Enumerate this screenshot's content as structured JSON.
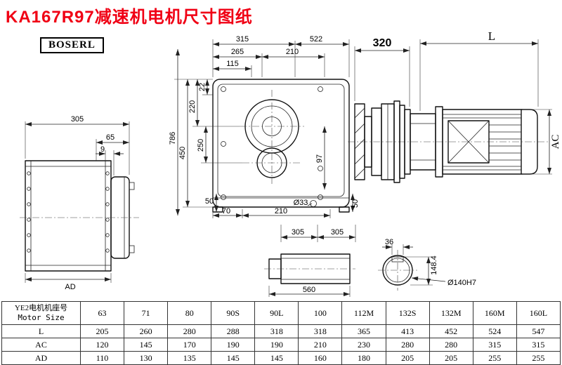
{
  "page": {
    "title": "KA167R97减速机电机尺寸图纸",
    "logo": "BOSERL"
  },
  "dims": {
    "left_view": {
      "width": "305",
      "d65": "65",
      "d9": "9",
      "ad": "AD"
    },
    "front_view": {
      "d315": "315",
      "d522": "522",
      "d265": "265",
      "d210_top": "210",
      "d115": "115",
      "d22": "22",
      "d220": "220",
      "d250": "250",
      "d450": "450",
      "d786": "786",
      "d97": "97",
      "d50_left": "50",
      "d70": "70",
      "d210_bottom": "210",
      "d33": "Ø33",
      "d50_right": "50"
    },
    "motor_view": {
      "d320": "320",
      "L": "L",
      "AC": "AC"
    },
    "shaft": {
      "d305_left": "305",
      "d305_right": "305",
      "d560": "560"
    },
    "flange": {
      "d36": "36",
      "d148": "148.4",
      "d140": "Ø140H7"
    }
  },
  "table": {
    "size_label_cn": "YE2电机机座号",
    "size_label_en": "Motor Size",
    "columns": [
      "63",
      "71",
      "80",
      "90S",
      "90L",
      "100",
      "112M",
      "132S",
      "132M",
      "160M",
      "160L"
    ],
    "rows": [
      {
        "label": "L",
        "values": [
          "205",
          "260",
          "280",
          "288",
          "318",
          "318",
          "365",
          "413",
          "452",
          "524",
          "547"
        ]
      },
      {
        "label": "AC",
        "values": [
          "120",
          "145",
          "170",
          "190",
          "190",
          "210",
          "230",
          "280",
          "280",
          "315",
          "315"
        ]
      },
      {
        "label": "AD",
        "values": [
          "110",
          "130",
          "135",
          "145",
          "145",
          "160",
          "180",
          "205",
          "205",
          "255",
          "255"
        ]
      }
    ]
  }
}
